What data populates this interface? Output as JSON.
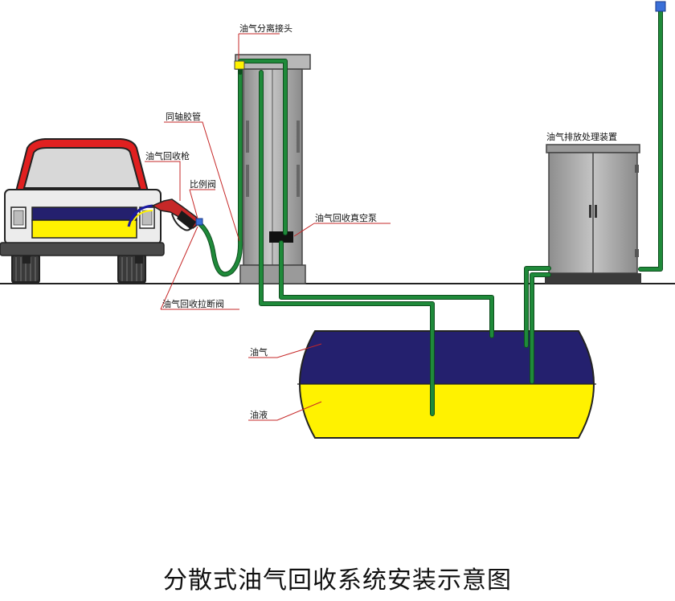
{
  "title": "分散式油气回收系统安装示意图",
  "labels": {
    "separator": "油气分离接头",
    "coaxial_hose": "同轴胶管",
    "recovery_nozzle": "油气回收枪",
    "proportional_valve": "比例阀",
    "vacuum_pump": "油气回收真空泵",
    "breakaway_valve": "油气回收拉断阀",
    "emission_device": "油气排放处理装置",
    "vapor": "油气",
    "liquid": "油液"
  },
  "colors": {
    "pipe": "#1f8a3a",
    "vapor": "#24206e",
    "liquid": "#fff200",
    "car_body": "#e02020",
    "dispenser": "#a8a8a8",
    "leader": "#c62828",
    "vent_cap": "#3a6fd8"
  }
}
